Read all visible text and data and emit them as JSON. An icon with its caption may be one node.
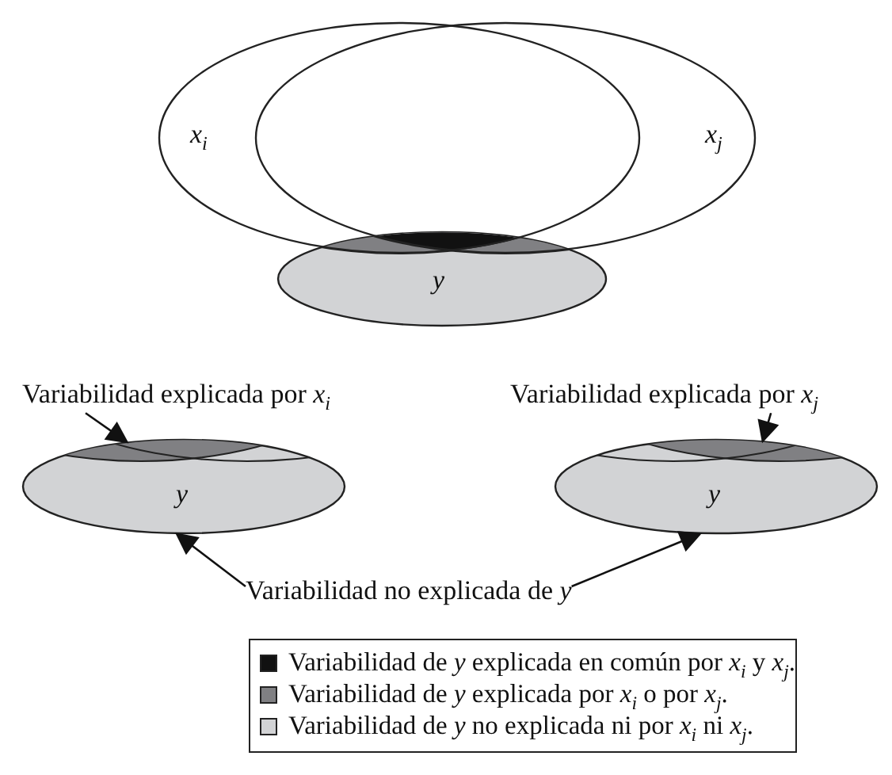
{
  "diagram": {
    "nodes": [
      {
        "text": [
          "x$_{i}$"
        ]
      },
      {
        "text": [
          "x$_{j}$"
        ]
      },
      {
        "text": [
          "y"
        ]
      },
      {
        "text": [
          "y"
        ]
      },
      {
        "text": [
          "y"
        ]
      },
      {
        "text": [
          "Variabilidad explicada por *x*$_{i}$"
        ]
      },
      {
        "text": [
          "Variabilidad explicada por *x*$_{j}$"
        ]
      },
      {
        "text": [
          "Variabilidad no explicada de *y*"
        ]
      }
    ],
    "edges": [
      {
        "from": 5,
        "to": 3,
        "arrow": "to"
      },
      {
        "from": 6,
        "to": 4,
        "arrow": "to"
      },
      {
        "from": 7,
        "to": 3,
        "arrow": "to"
      },
      {
        "from": 7,
        "to": 4,
        "arrow": "to"
      }
    ],
    "legend": [
      {
        "text": "Variabilidad de *y* explicada en común por *x*$_{i}$ y *x*$_{j}$.",
        "color": "#111111"
      },
      {
        "text": "Variabilidad de *y* explicada por *x*$_{i}$ o por *x*$_{j}$.",
        "color": "#808083"
      },
      {
        "text": "Variabilidad de *y* no explicada ni por *x*$_{i}$ ni *x*$_{j}$.",
        "color": "#d2d3d5"
      }
    ]
  }
}
